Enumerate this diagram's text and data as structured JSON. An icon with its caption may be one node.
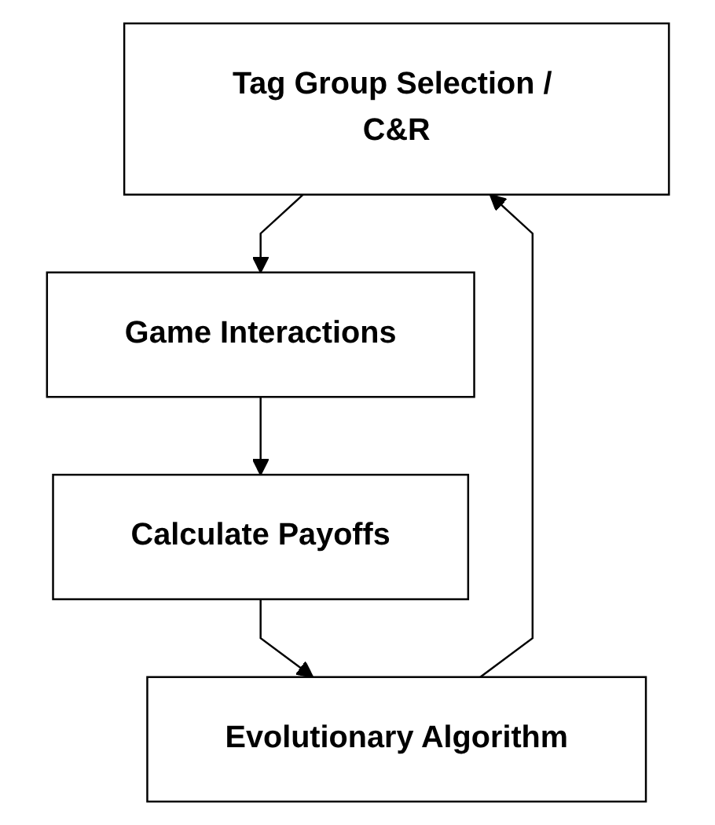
{
  "diagram": {
    "nodes": [
      {
        "text": [
          "Tag Group Selection / C&R"
        ]
      },
      {
        "text": [
          "Game Interactions"
        ]
      },
      {
        "text": [
          "Calculate Payoffs"
        ]
      },
      {
        "text": [
          "Evolutionary Algorithm"
        ]
      }
    ],
    "edges": [
      {
        "from": 0,
        "to": 1,
        "arrow": "to"
      },
      {
        "from": 1,
        "to": 2,
        "arrow": "to"
      },
      {
        "from": 2,
        "to": 3,
        "arrow": "to"
      },
      {
        "from": 3,
        "to": 0,
        "arrow": "to"
      }
    ]
  }
}
